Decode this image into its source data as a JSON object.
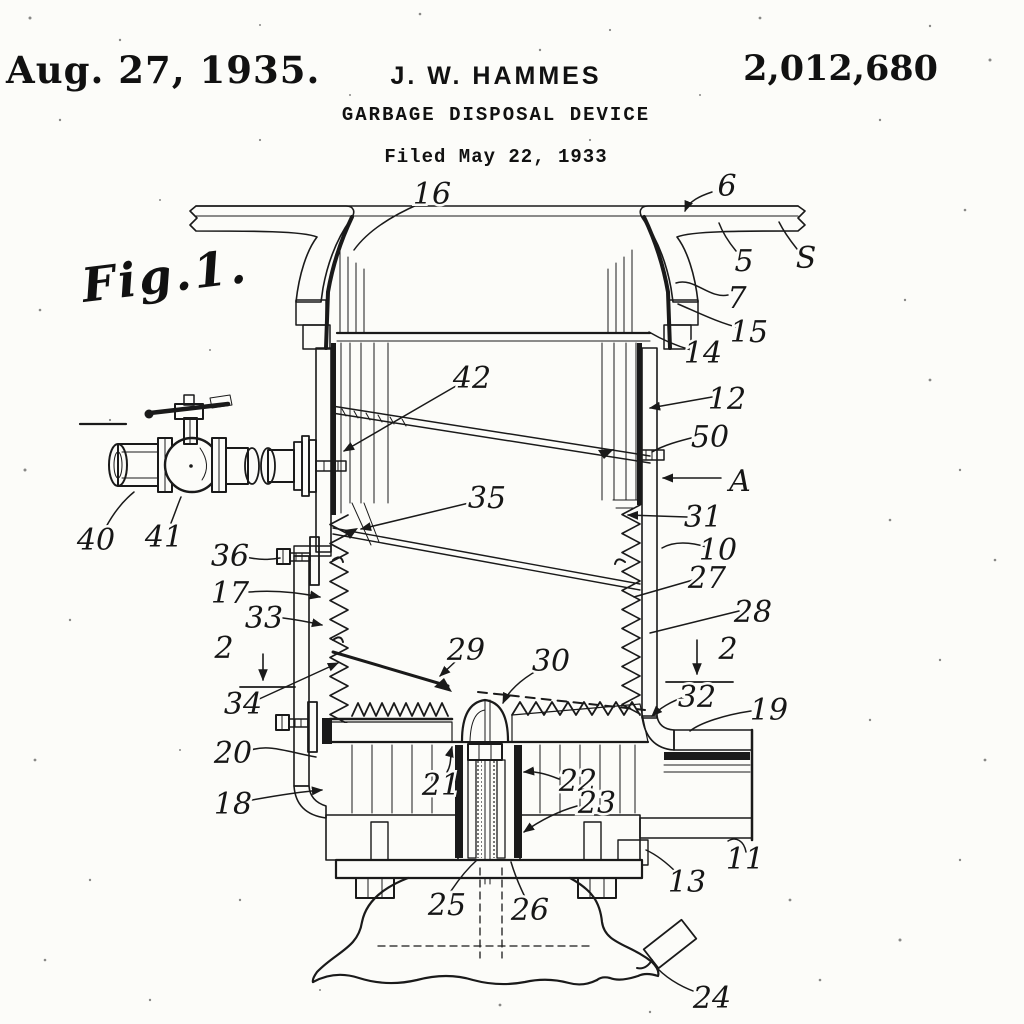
{
  "document": {
    "date": "Aug. 27, 1935.",
    "inventor": "J. W. HAMMES",
    "patent_number": "2,012,680",
    "title": "GARBAGE DISPOSAL DEVICE",
    "filed": "Filed May 22, 1933"
  },
  "figure": {
    "caption": "Fig.1.",
    "labels": {
      "n16": "16",
      "n6": "6",
      "n5": "5",
      "nS": "S",
      "n7": "7",
      "n15": "15",
      "n14": "14",
      "n12": "12",
      "n42": "42",
      "n50": "50",
      "nA": "A",
      "n35": "35",
      "n31": "31",
      "n10": "10",
      "n27": "27",
      "n28": "28",
      "n36": "36",
      "n17": "17",
      "n33": "33",
      "n2L": "2",
      "n34": "34",
      "n20": "20",
      "n18": "18",
      "n21": "21",
      "n29": "29",
      "n30": "30",
      "n2R": "2",
      "n32": "32",
      "n19": "19",
      "n22": "22",
      "n23": "23",
      "n25": "25",
      "n26": "26",
      "n13": "13",
      "n11": "11",
      "n24": "24",
      "n40": "40",
      "n41": "41"
    }
  },
  "colors": {
    "ink": "#1a1a1a",
    "paper": "#fcfcf9"
  }
}
